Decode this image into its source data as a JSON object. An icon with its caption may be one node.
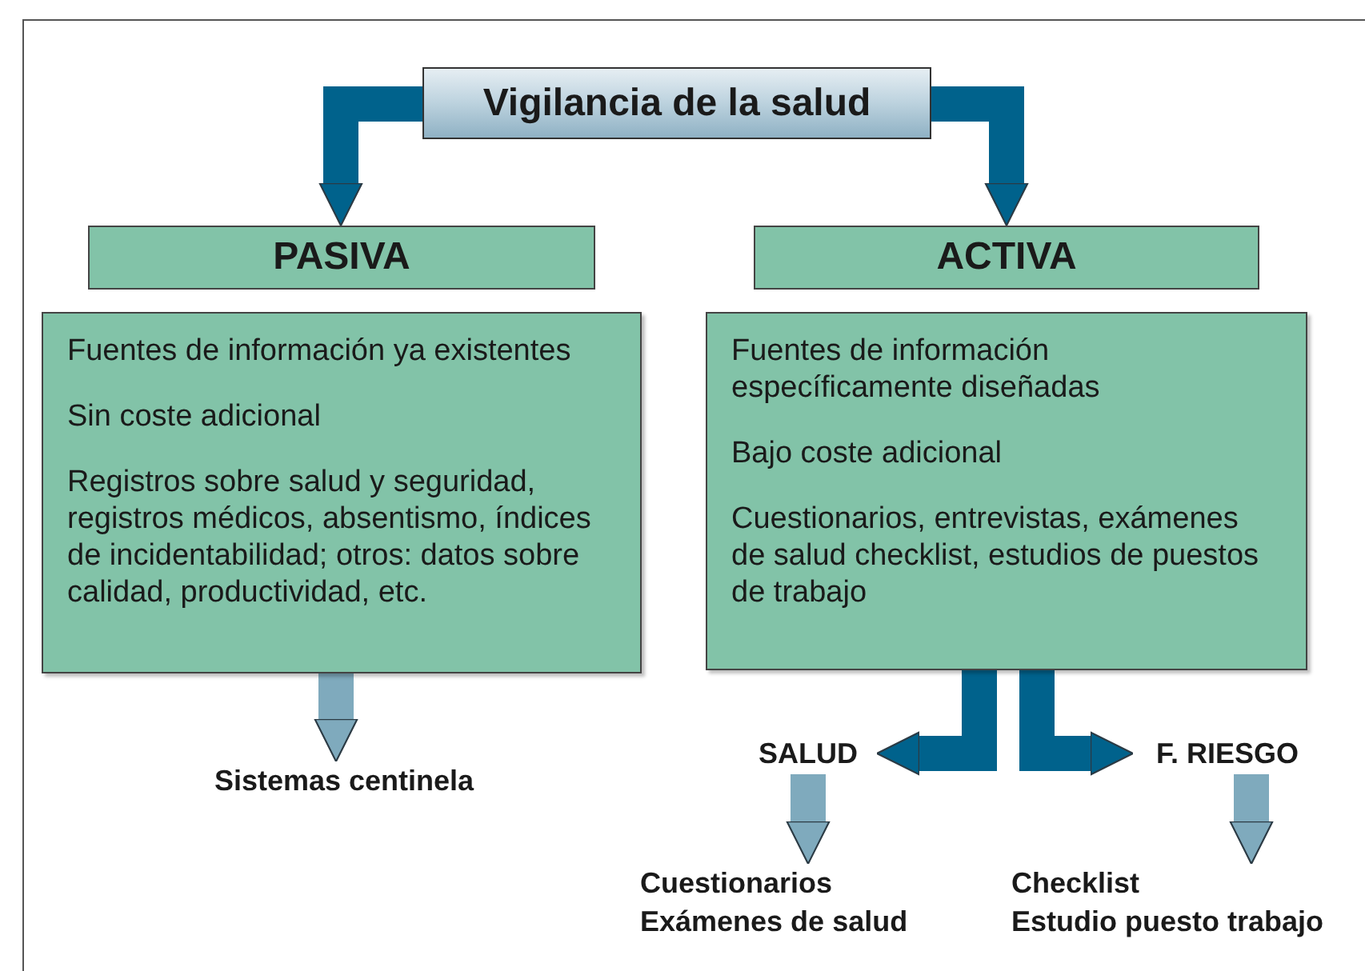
{
  "diagram": {
    "nodes": [
      {
        "text": [
          "Vigilancia de la salud"
        ]
      },
      {
        "text": [
          "PASIVA"
        ]
      },
      {
        "text": [
          "Fuentes de información ya existentes",
          "Sin coste adicional",
          "Registros sobre salud y seguridad, registros médicos, absentismo, índices de incidentabilidad; otros: datos sobre calidad, productividad, etc."
        ]
      },
      {
        "text": [
          "ACTIVA"
        ]
      },
      {
        "text": [
          "Fuentes de información específicamente diseñadas",
          "Bajo coste adicional",
          "Cuestionarios, entrevistas, exámenes de salud checklist, estudios de puestos de trabajo"
        ]
      },
      {
        "text": [
          "Sistemas centinela"
        ]
      },
      {
        "text": [
          "SALUD"
        ]
      },
      {
        "text": [
          "F. RIESGO"
        ]
      },
      {
        "text": [
          "Cuestionarios",
          "Exámenes de salud"
        ]
      },
      {
        "text": [
          "Checklist",
          "Estudio puesto trabajo"
        ]
      }
    ],
    "edges": [
      {
        "from": 0,
        "to": 1,
        "arrow": "to"
      },
      {
        "from": 0,
        "to": 3,
        "arrow": "to"
      },
      {
        "from": 2,
        "to": 5,
        "arrow": "to",
        "color": "#7faabd"
      },
      {
        "from": 4,
        "to": 6,
        "arrow": "to"
      },
      {
        "from": 4,
        "to": 7,
        "arrow": "to"
      },
      {
        "from": 6,
        "to": 8,
        "arrow": "to",
        "color": "#7faabd"
      },
      {
        "from": 7,
        "to": 9,
        "arrow": "to",
        "color": "#7faabd"
      }
    ]
  }
}
